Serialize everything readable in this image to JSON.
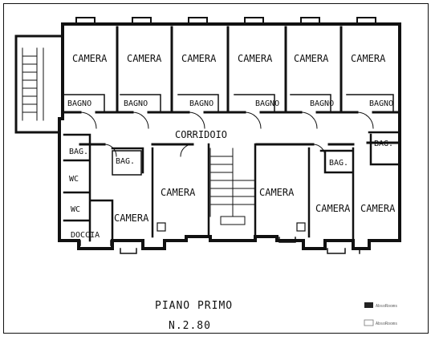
{
  "rooms": {
    "top_bedrooms": [
      "CAMERA",
      "CAMERA",
      "CAMERA",
      "CAMERA",
      "CAMERA",
      "CAMERA"
    ],
    "top_baths": [
      "BAGNO",
      "BAGNO",
      "BAGNO",
      "BAGNO",
      "BAGNO",
      "BAGNO"
    ],
    "corridor": "CORRIDOIO",
    "left_bag": "BAG.",
    "wc1": "WC",
    "wc2": "WC",
    "doccia": "DOCCIA",
    "bag_inner": "BAG.",
    "camera_left": "CAMERA",
    "camera_mid_left": "CAMERA",
    "camera_mid_right": "CAMERA",
    "bag_right_inner": "BAG.",
    "bag_right": "BAG.",
    "camera_right1": "CAMERA",
    "camera_right2": "CAMERA"
  },
  "footer": {
    "title": "PIANO PRIMO",
    "subtitle": "N.2.80",
    "logo_top": "AbsoRooms",
    "logo_bottom": "AbsoRooms"
  },
  "colors": {
    "ink": "#111111",
    "paper": "#ffffff"
  }
}
